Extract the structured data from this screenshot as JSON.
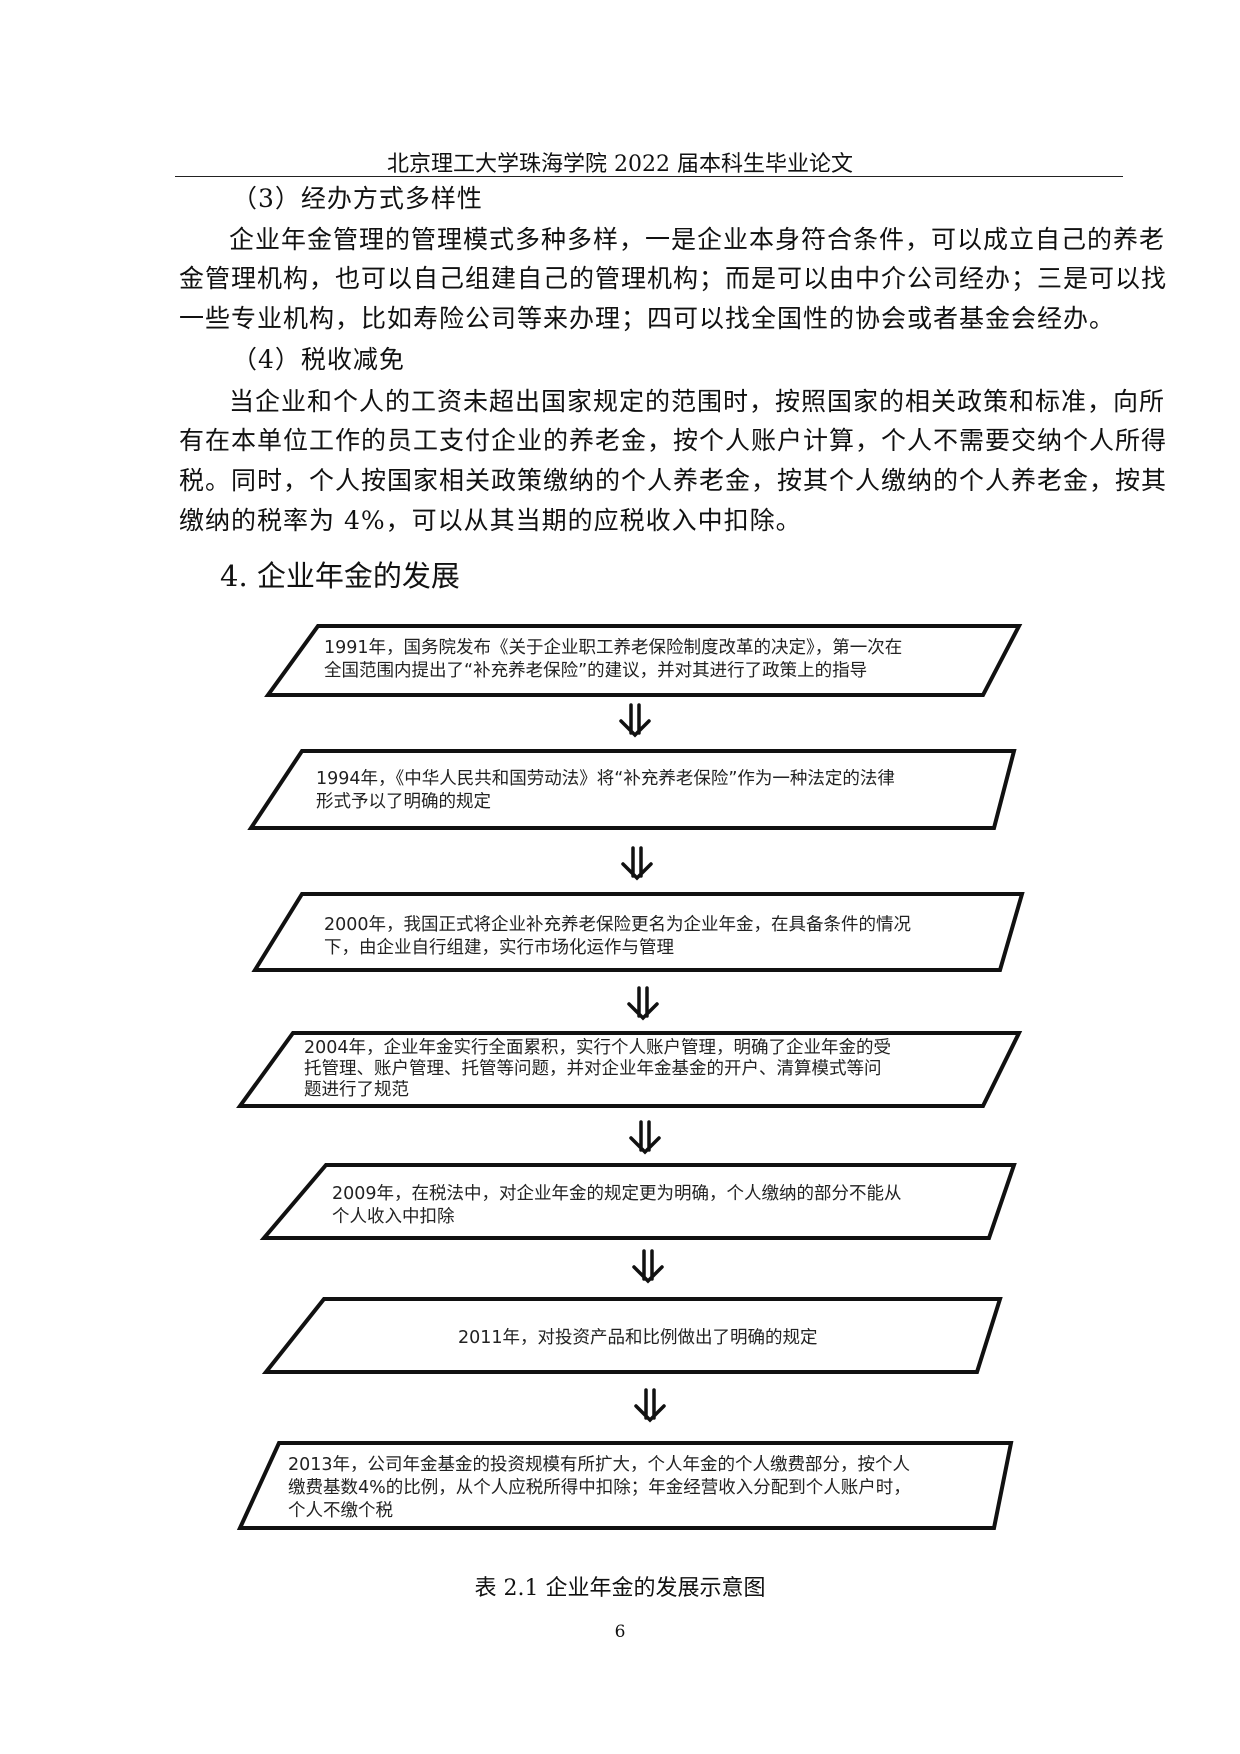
{
  "header": {
    "title": "北京理工大学珠海学院 2022 届本科生毕业论文"
  },
  "sections": [
    {
      "heading": "（3）经办方式多样性",
      "lines": [
        "企业年金管理的管理模式多种多样，一是企业本身符合条件，可以成立自己的养老",
        "金管理机构，也可以自己组建自己的管理机构；而是可以由中介公司经办；三是可以找",
        "一些专业机构，比如寿险公司等来办理；四可以找全国性的协会或者基金会经办。"
      ]
    },
    {
      "heading": "（4）税收减免",
      "lines": [
        "当企业和个人的工资未超出国家规定的范围时，按照国家的相关政策和标准，向所",
        "有在本单位工作的员工支付企业的养老金，按个人账户计算，个人不需要交纳个人所得",
        "税。同时，个人按国家相关政策缴纳的个人养老金，按其个人缴纳的个人养老金，按其",
        "缴纳的税率为 4%，可以从其当期的应税收入中扣除。"
      ]
    }
  ],
  "section_heading": "4. 企业年金的发展",
  "flowchart": {
    "steps": [
      {
        "lines": [
          "1991年，国务院发布《关于企业职工养老保险制度改革的决定》，第一次在",
          "全国范围内提出了“补充养老保险”的建议，并对其进行了政策上的指导"
        ]
      },
      {
        "lines": [
          "1994年，《中华人民共和国劳动法》将“补充养老保险”作为一种法定的法律",
          "形式予以了明确的规定"
        ]
      },
      {
        "lines": [
          "2000年，我国正式将企业补充养老保险更名为企业年金，在具备条件的情况",
          "下，由企业自行组建，实行市场化运作与管理"
        ]
      },
      {
        "lines": [
          "2004年，企业年金实行全面累积，实行个人账户管理，明确了企业年金的受",
          "托管理、账户管理、托管等问题，并对企业年金基金的开户、清算模式等问",
          "题进行了规范"
        ]
      },
      {
        "lines": [
          "2009年，在税法中，对企业年金的规定更为明确，个人缴纳的部分不能从",
          "个人收入中扣除"
        ]
      },
      {
        "lines": [
          "2011年，对投资产品和比例做出了明确的规定"
        ]
      },
      {
        "lines": [
          "2013年，公司年金基金的投资规模有所扩大，个人年金的个人缴费部分，按个人",
          "缴费基数4%的比例，从个人应税所得中扣除；年金经营收入分配到个人账户时，",
          "个人不缴个税"
        ]
      }
    ],
    "arrow_icon": "double-down-arrow"
  },
  "caption": "表 2.1 企业年金的发展示意图",
  "page_number": "6"
}
